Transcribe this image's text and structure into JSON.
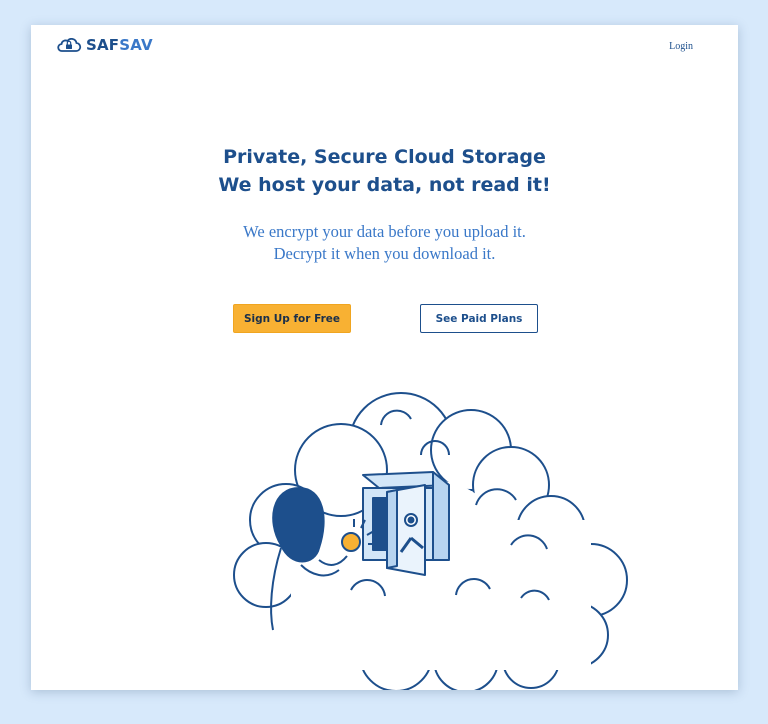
{
  "header": {
    "logo_text_part1": "SAF",
    "logo_text_part2": "SAV",
    "login_label": "Login"
  },
  "hero": {
    "headline_line1": "Private, Secure Cloud Storage",
    "headline_line2": "We host your data, not read it!",
    "subhead_line1": "We encrypt your data before you upload it.",
    "subhead_line2": "Decrypt it when you download it."
  },
  "actions": {
    "primary_label": "Sign Up for Free",
    "secondary_label": "See Paid Plans"
  },
  "icons": {
    "logo": "cloud-lock-icon",
    "illustration": "cloud-safe-illustration"
  },
  "colors": {
    "background": "#d7e9fb",
    "brand_dark": "#1d4f8c",
    "brand_light": "#3a78c8",
    "accent": "#f8b133"
  }
}
